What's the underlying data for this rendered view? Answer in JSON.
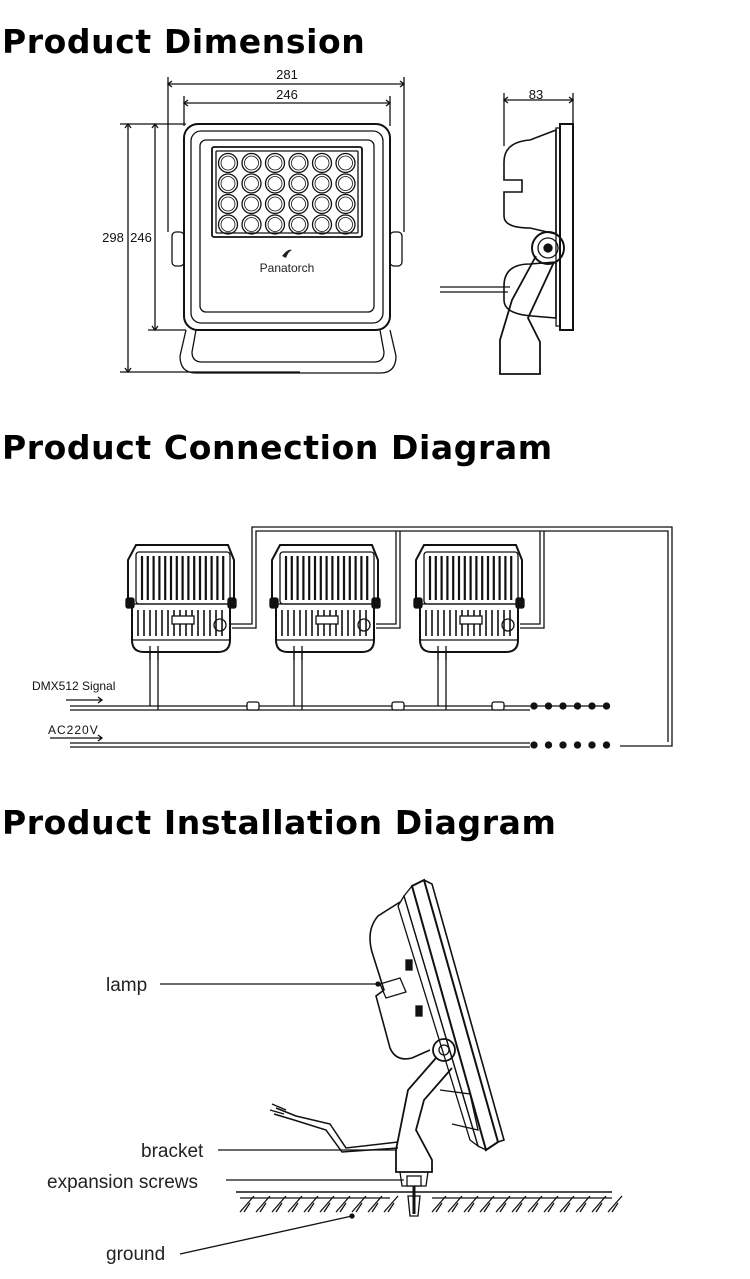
{
  "sections": {
    "dimension": {
      "title": "Product Dimension",
      "dims": {
        "overall_width": "281",
        "body_width": "246",
        "overall_height": "298",
        "body_height": "246",
        "depth": "83"
      },
      "brand": "Panatorch"
    },
    "connection": {
      "title": "Product Connection Diagram",
      "signal_label": "DMX512 Signal",
      "power_label": "AC220V"
    },
    "installation": {
      "title": "Product Installation Diagram",
      "labels": {
        "lamp": "lamp",
        "bracket": "bracket",
        "screws": "expansion screws",
        "ground": "ground"
      }
    }
  }
}
